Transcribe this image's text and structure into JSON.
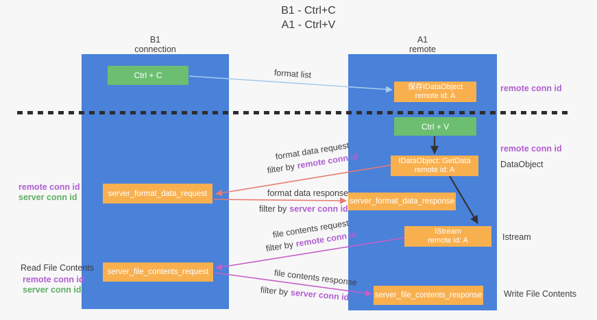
{
  "title": {
    "line1": "B1 - Ctrl+C",
    "line2": "A1 - Ctrl+V"
  },
  "lanes": {
    "left": {
      "title": "B1",
      "subtitle": "connection"
    },
    "right": {
      "title": "A1",
      "subtitle": "remote"
    }
  },
  "boxes": {
    "ctrl_c": {
      "label": "Ctrl + C"
    },
    "ctrl_v": {
      "label": "Ctrl + V"
    },
    "save_idataobject": {
      "line1": "保存IDataObject",
      "line2": "remote id: A"
    },
    "getdata": {
      "line1": "IDataObject::GetData",
      "line2": "remote id: A"
    },
    "istream": {
      "line1": "IStream",
      "line2": "remote id: A"
    },
    "server_format_data_request": {
      "label": "server_format_data_request"
    },
    "server_format_data_response": {
      "label": "server_format_data_response"
    },
    "server_file_contents_request": {
      "label": "server_file_contents_request"
    },
    "server_file_contents_response": {
      "label": "server_file_contents_response"
    }
  },
  "labels": {
    "format_list": "format list",
    "format_data_request": "format data request",
    "format_data_response": "format data response",
    "file_contents_request": "file contents request",
    "file_contents_response": "file contents response",
    "filter_by": "filter by",
    "remote_conn_id": "remote conn id",
    "server_conn_id": "server conn id"
  },
  "annotations": {
    "read_file_contents": "Read File Contents",
    "write_file_contents": "Write File Contents",
    "dataobject": "DataObject",
    "istream": "Istream"
  },
  "colors": {
    "lane_blue": "#4a81d9",
    "box_orange": "#f8b04f",
    "box_green": "#6cbe71",
    "purple_text": "#b05fcf",
    "green_text": "#5fae63",
    "red_arrow": "#e87a70",
    "magenta_arrow": "#c65fc8",
    "light_blue_arrow": "#a6cbec",
    "black_arrow": "#333333",
    "dash_line": "#2d2d2d"
  }
}
